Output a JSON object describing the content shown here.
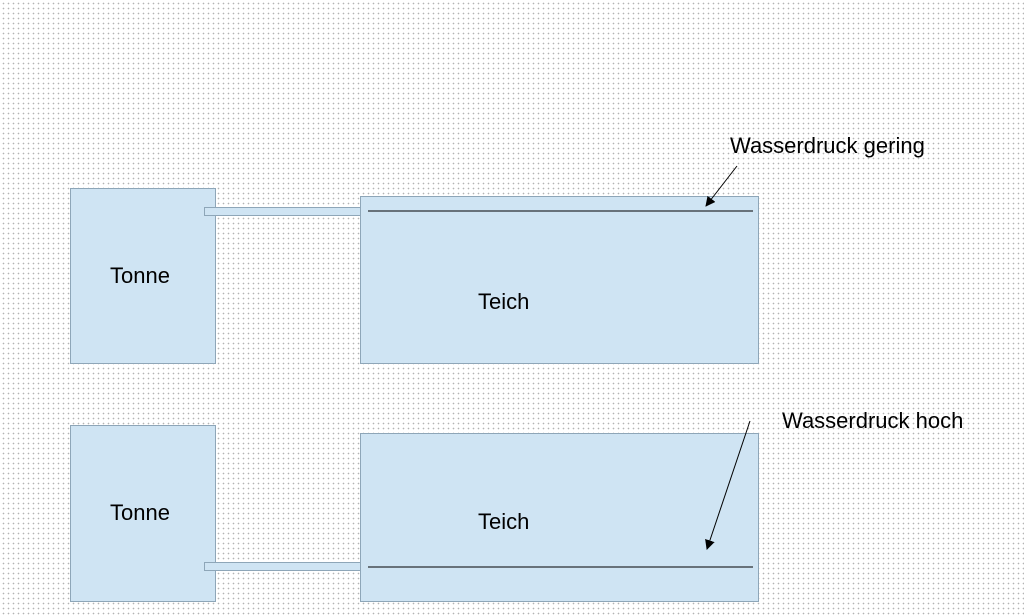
{
  "diagram": {
    "top": {
      "barrel_label": "Tonne",
      "pond_label": "Teich",
      "annotation": "Wasserdruck gering"
    },
    "bottom": {
      "barrel_label": "Tonne",
      "pond_label": "Teich",
      "annotation": "Wasserdruck hoch"
    }
  },
  "colors": {
    "fill": "#cfe4f3",
    "border": "#8ea6b8",
    "line": "#000000"
  }
}
